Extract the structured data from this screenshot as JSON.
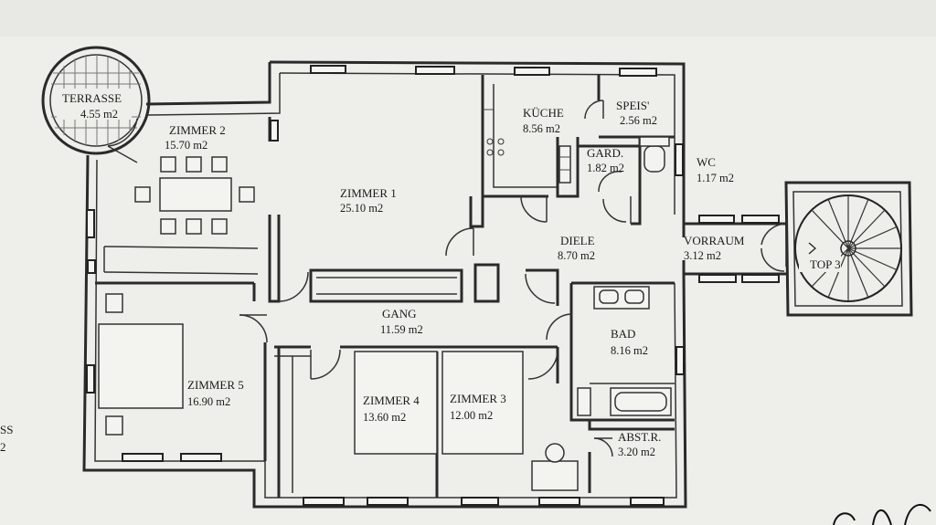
{
  "rooms": [
    {
      "id": "terrasse",
      "name": "TERRASSE",
      "area": "4.55 m2"
    },
    {
      "id": "zimmer2",
      "name": "ZIMMER 2",
      "area": "15.70 m2"
    },
    {
      "id": "zimmer1",
      "name": "ZIMMER 1",
      "area": "25.10 m2"
    },
    {
      "id": "kueche",
      "name": "KÜCHE",
      "area": "8.56 m2"
    },
    {
      "id": "speis",
      "name": "SPEIS'",
      "area": "2.56 m2"
    },
    {
      "id": "gard",
      "name": "GARD.",
      "area": "1.82 m2"
    },
    {
      "id": "wc",
      "name": "WC",
      "area": "1.17 m2"
    },
    {
      "id": "diele",
      "name": "DIELE",
      "area": "8.70 m2"
    },
    {
      "id": "vorraum",
      "name": "VORRAUM",
      "area": "3.12 m2"
    },
    {
      "id": "top3",
      "name": "TOP 3",
      "area": ""
    },
    {
      "id": "gang",
      "name": "GANG",
      "area": "11.59 m2"
    },
    {
      "id": "bad",
      "name": "BAD",
      "area": "8.16 m2"
    },
    {
      "id": "zimmer5",
      "name": "ZIMMER 5",
      "area": "16.90 m2"
    },
    {
      "id": "zimmer4",
      "name": "ZIMMER 4",
      "area": "13.60 m2"
    },
    {
      "id": "zimmer3",
      "name": "ZIMMER 3",
      "area": "12.00 m2"
    },
    {
      "id": "abstr",
      "name": "ABST.R.",
      "area": "3.20 m2"
    }
  ],
  "edge_text": {
    "left_top": "SS",
    "left_bottom": "2"
  },
  "colors": {
    "paper": "#eeeeea",
    "ink": "#2a2a2a"
  }
}
